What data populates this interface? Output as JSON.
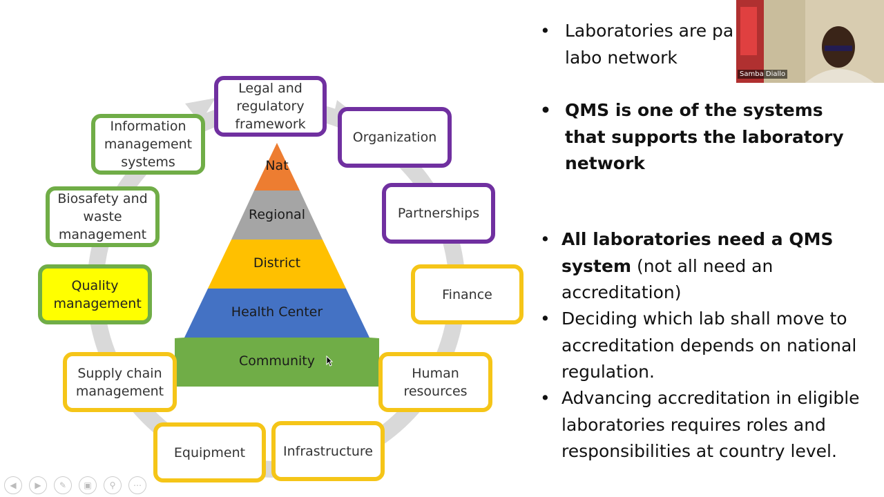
{
  "diagram": {
    "pyramid_tiers": [
      "Nat",
      "Regional",
      "District",
      "Health Center",
      "Community"
    ],
    "tier_colors": [
      "#ed7d31",
      "#a5a5a5",
      "#ffc000",
      "#4472c4",
      "#70ad47"
    ],
    "nodes": {
      "legal": "Legal and regulatory framework",
      "organization": "Organization",
      "partnerships": "Partnerships",
      "finance": "Finance",
      "human_resources": "Human resources",
      "infrastructure": "Infrastructure",
      "equipment": "Equipment",
      "supply_chain": "Supply chain management",
      "quality": "Quality management",
      "biosafety": "Biosafety and waste management",
      "information": "Information management systems"
    },
    "colors": {
      "purple": "#7030a0",
      "green": "#70ad47",
      "yellow": "#f5c518",
      "highlight": "#ffff00",
      "cycle": "#d9d9d9"
    }
  },
  "bullets": {
    "b1": "Laboratories are pa national tiered labo network",
    "b2": "QMS is one of the systems that supports the laboratory network",
    "b3_bold": "All laboratories need a QMS system",
    "b3_rest": " (not all need an accreditation)",
    "b4": "Deciding which lab shall move to accreditation depends on national regulation.",
    "b5": " Advancing accreditation in eligible laboratories requires roles and responsibilities at country level.",
    "dot": "•"
  },
  "video": {
    "participant_name": "Samba Diallo"
  },
  "toolbar": {
    "icons": [
      "previous-icon",
      "next-icon",
      "pen-icon",
      "slides-icon",
      "zoom-icon",
      "more-icon"
    ]
  }
}
